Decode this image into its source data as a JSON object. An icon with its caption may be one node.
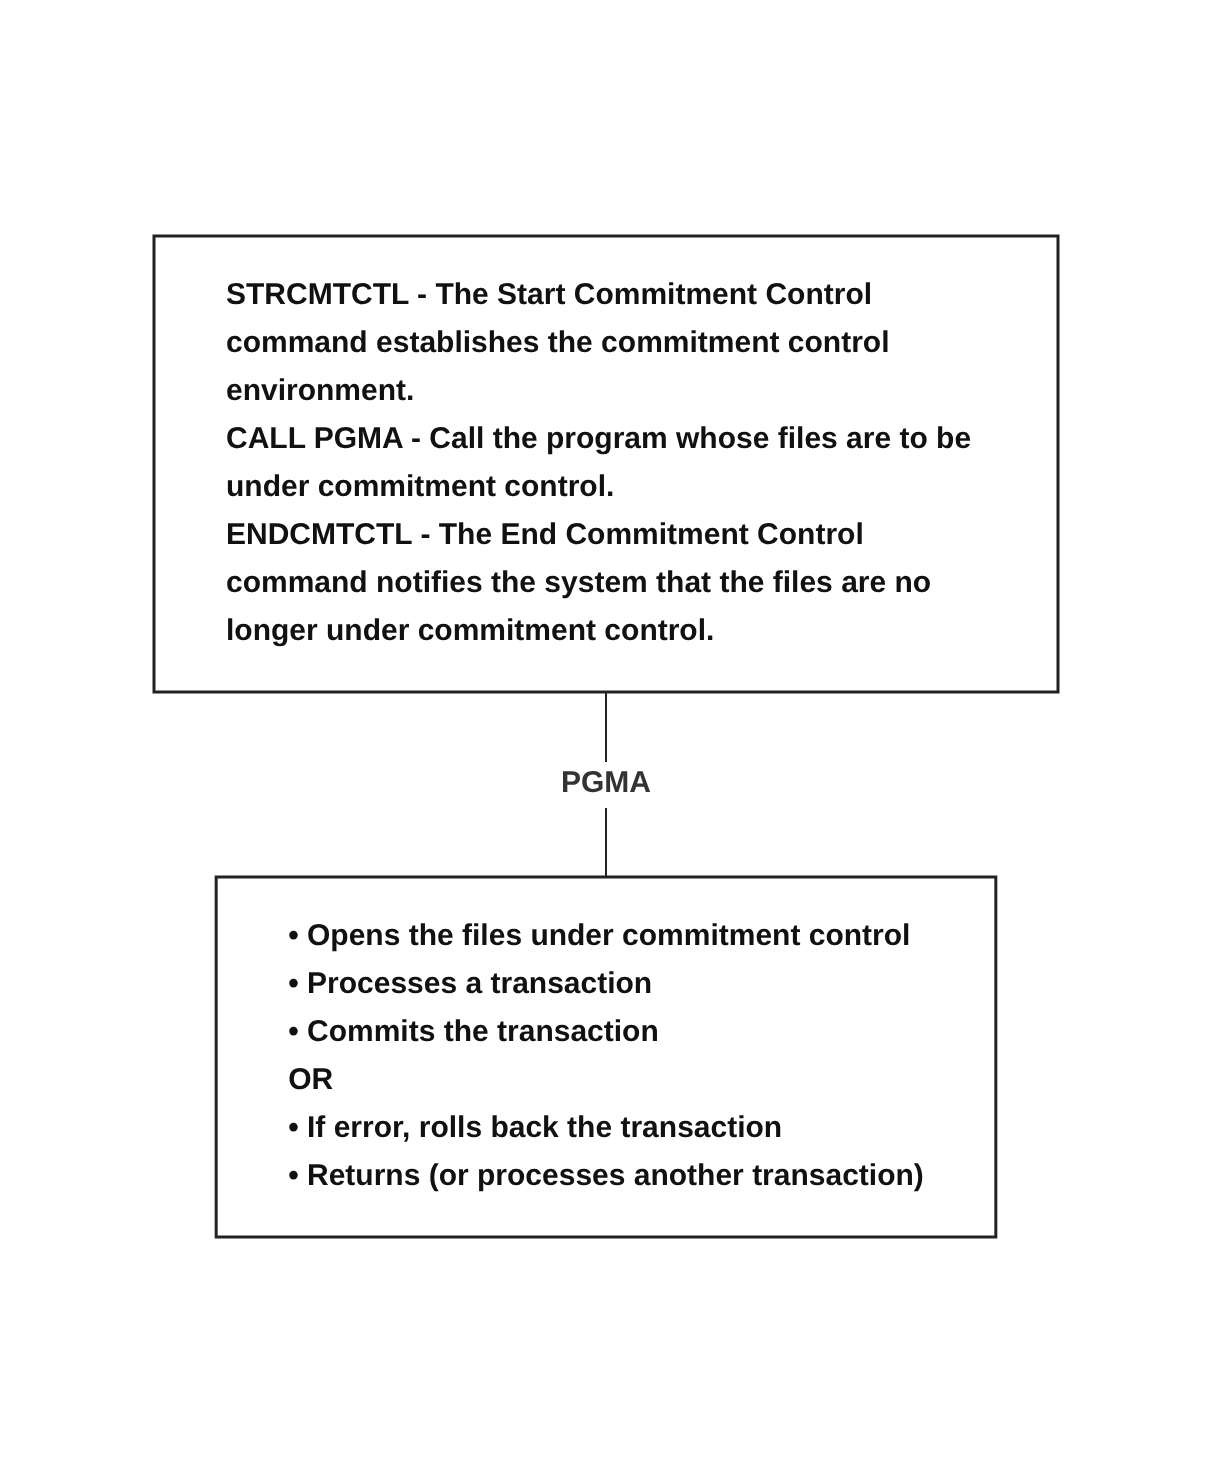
{
  "diagram": {
    "nodes": [
      {
        "text": [
          "STRCMTCTL - The Start Commitment Control command establishes the commitment control environment.",
          "CALL PGMA - Call the program whose files are to be under commitment control.",
          "ENDCMTCTL - The End Commitment Control command notifies the system that the files are no longer under commitment control."
        ]
      },
      {
        "text": [
          "• Opens the files under commitment control",
          "• Processes a transaction",
          "• Commits the transaction",
          "OR",
          "• If error, rolls back the transaction",
          "• Returns (or processes another transaction)"
        ]
      }
    ],
    "edges": [
      {
        "from": 0,
        "to": 1,
        "arrow": "none",
        "label": "PGMA"
      }
    ]
  }
}
